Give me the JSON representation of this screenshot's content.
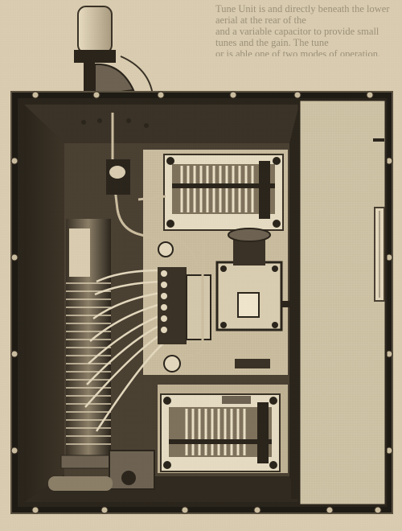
{
  "caption": {
    "lines": [
      "Tune Unit is and directly beneath the lower aerial at the rear of the",
      "and a variable capacitor to provide small tunes and the gain. The tune",
      "or is able one of two modes of operation."
    ]
  },
  "photo": {
    "subject": "antenna-tuning-unit-interior",
    "colors": {
      "paper": "#d9ccb0",
      "cabinet_dark": "#1e1a14",
      "panel": "#cbbd9f",
      "metal": "#b9ab8f",
      "shadow": "#3a3226"
    }
  }
}
